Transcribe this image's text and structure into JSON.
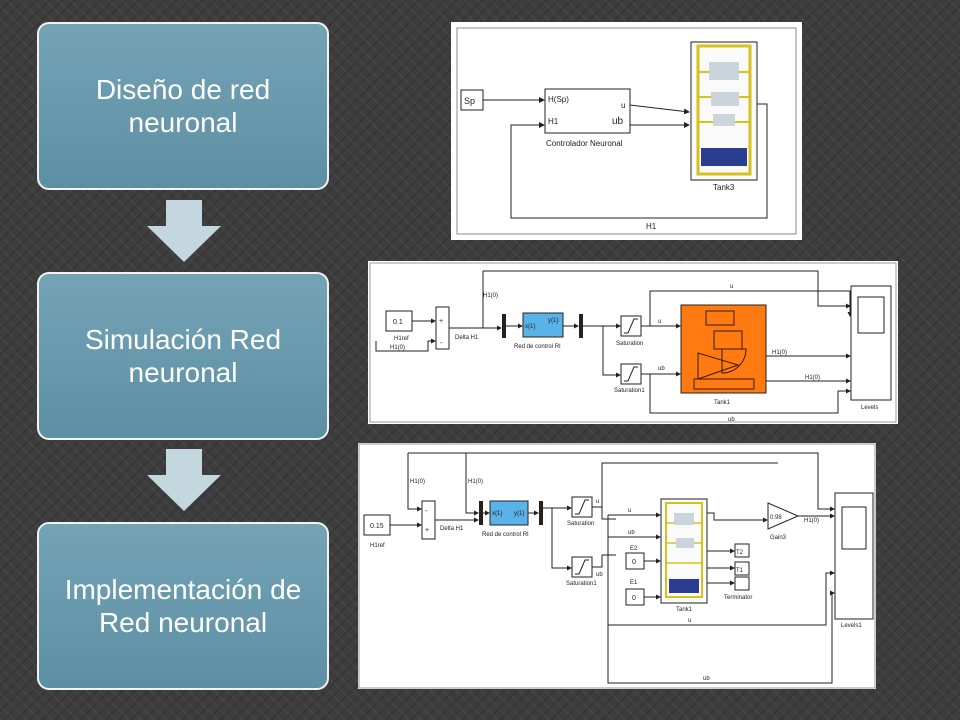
{
  "steps": [
    {
      "label": "Diseño de red neuronal"
    },
    {
      "label": "Simulación Red neuronal"
    },
    {
      "label": "Implementación de Red neuronal"
    }
  ],
  "diagram1": {
    "sp": "Sp",
    "in1": "H(Sp)",
    "in2": "H1",
    "out1": "u",
    "out2": "ub",
    "block_label": "Controlador Neuronal",
    "tank_label": "Tank3",
    "feedback": "H1"
  },
  "diagram2": {
    "const": "0.1",
    "const_name": "H1ref",
    "h1_in": "H1(0)",
    "top_h1": "H1(0)",
    "plus": "+",
    "minus": "-",
    "delta": "Delta H1",
    "nn_in": "x{1}",
    "nn_out": "y{1}",
    "nn_name": "Red de control RI",
    "sat": "Saturation",
    "sat1": "Saturation1",
    "u_top": "u",
    "u_mid": "u",
    "ub_mid": "ub",
    "ub_bottom": "ub",
    "tank": "Tank1",
    "h1_out1": "H1(0)",
    "h1_out2": "H1(0)",
    "scope": "Levels"
  },
  "diagram3": {
    "const": "0.15",
    "const_name": "H1ref",
    "h1_a": "H1(0)",
    "h1_b": "H1(0)",
    "plus": "+",
    "minus": "-",
    "delta": "Delta H1",
    "nn_in": "x{1}",
    "nn_out": "y{1}",
    "nn_name": "Red de control RI",
    "sat": "Saturation",
    "sat1": "Saturation1",
    "u1": "u",
    "ub1": "ub",
    "u2": "u",
    "ub2": "ub",
    "e2_name": "E2",
    "e2_val": "0",
    "e1_name": "E1",
    "e1_val": "0",
    "tank": "Tank1",
    "t2": "T2",
    "t1": "T1",
    "term": "Terminator",
    "gain_val": "0.98",
    "gain_name": "Gain3",
    "h1_out": "H1(0)",
    "scope": "Levels1",
    "u_bottom": "u",
    "ub_bottom": "ub"
  }
}
